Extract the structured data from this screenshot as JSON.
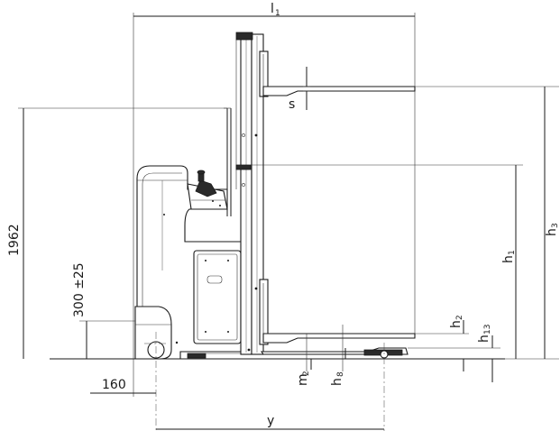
{
  "dimensions": {
    "l1": {
      "main": "l",
      "sub": "1"
    },
    "s": {
      "main": "s",
      "sub": ""
    },
    "h3": {
      "main": "h",
      "sub": "3"
    },
    "h1": {
      "main": "h",
      "sub": "1"
    },
    "h2": {
      "main": "h",
      "sub": "2"
    },
    "h13": {
      "main": "h",
      "sub": "13"
    },
    "m2": {
      "main": "m",
      "sub": "2"
    },
    "h8": {
      "main": "h",
      "sub": "8"
    },
    "y": {
      "main": "y",
      "sub": ""
    },
    "height_1962": "1962",
    "height_300": "300 ±25",
    "width_160": "160"
  }
}
